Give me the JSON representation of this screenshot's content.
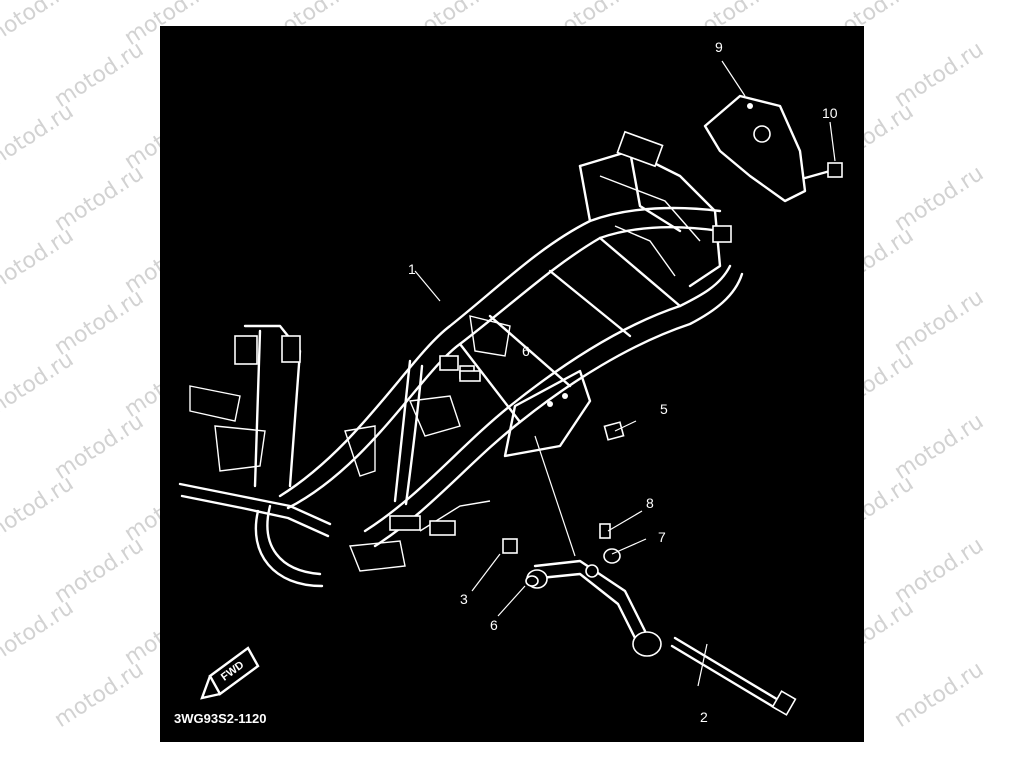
{
  "watermark": {
    "text": "motod.ru"
  },
  "diagram": {
    "code": "3WG93S2-1120",
    "fwd_label": "FWD",
    "callouts": [
      {
        "id": "c1",
        "label": "1"
      },
      {
        "id": "c2",
        "label": "2"
      },
      {
        "id": "c3",
        "label": "3"
      },
      {
        "id": "c5",
        "label": "5"
      },
      {
        "id": "c6a",
        "label": "6"
      },
      {
        "id": "c6b",
        "label": "6"
      },
      {
        "id": "c7",
        "label": "7"
      },
      {
        "id": "c8",
        "label": "8"
      },
      {
        "id": "c9",
        "label": "9"
      },
      {
        "id": "c10",
        "label": "10"
      }
    ]
  }
}
